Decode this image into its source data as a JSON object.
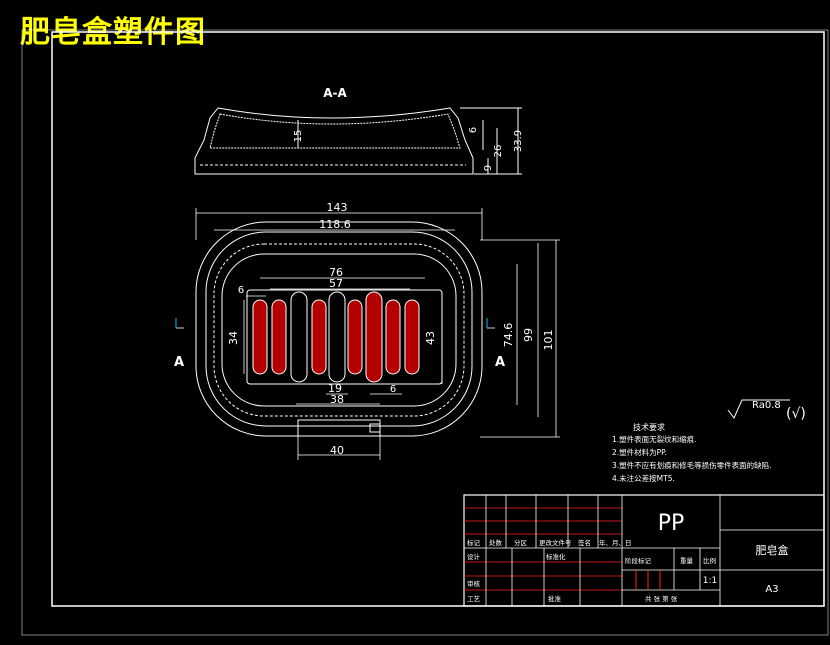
{
  "title": "肥皂盒塑件图",
  "section": {
    "label": "A-A",
    "dims": [
      "15",
      "26",
      "33.9",
      "9",
      "6"
    ]
  },
  "plan_dims": {
    "overall_length": "143",
    "inner_length": "118.6",
    "slot_span_outer": "76",
    "slot_span_inner": "57",
    "slot_width_left": "6",
    "slot_height_left": "34",
    "slot_height_right": "43",
    "inner_width": "74.6",
    "mid_width": "99",
    "overall_width": "101",
    "center_slot_pitch": "19",
    "slot_group": "38",
    "slot_width_right": "6",
    "tab_width": "40"
  },
  "section_markers": [
    "A",
    "A"
  ],
  "roughness": {
    "value": "Ra0.8",
    "symbol": "(√)"
  },
  "tech_requirements": {
    "heading": "技术要求",
    "items": [
      "1.塑件表面无裂纹和缩痕.",
      "2.塑件材料为PP.",
      "3.塑件不应有划痕和修毛等损伤零件表面的缺陷.",
      "4.未注公差按MT5."
    ]
  },
  "title_block": {
    "material": "PP",
    "part_name": "肥皂盒",
    "scale": "1:1",
    "sheet": "A3",
    "row_labels_top": [
      "标记",
      "处数",
      "分区",
      "更改文件号",
      "签名",
      "年、月、日"
    ],
    "design": "设计",
    "standardize": "标准化",
    "stage_mark": "阶段标记",
    "weight": "重量",
    "ratio": "比例",
    "review": "审核",
    "process": "工艺",
    "approve": "批准",
    "sheets": "共 张 第 张"
  }
}
